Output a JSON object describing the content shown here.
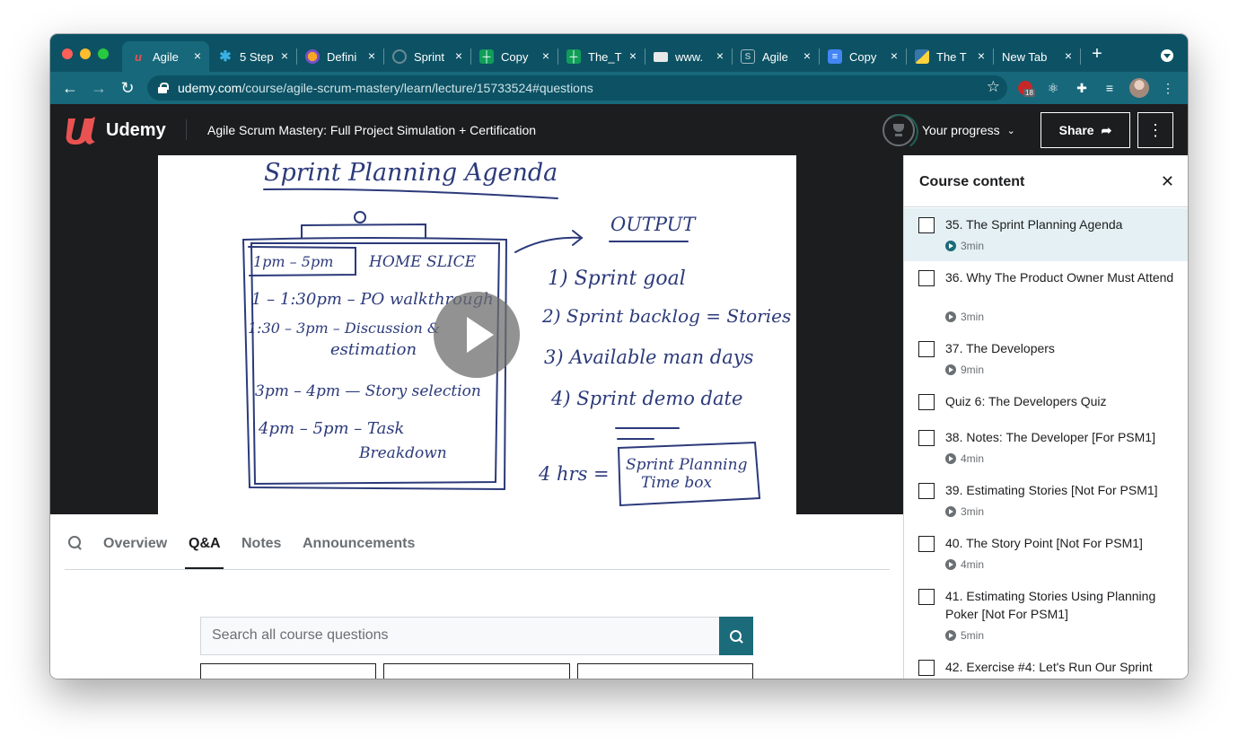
{
  "browser": {
    "tabs": [
      {
        "label": "Agile",
        "icon": "udemy-favicon",
        "active": true
      },
      {
        "label": "5 Step",
        "icon": "asterisk-favicon"
      },
      {
        "label": "Defini",
        "icon": "firefox-favicon"
      },
      {
        "label": "Sprint",
        "icon": "globe-favicon"
      },
      {
        "label": "Copy",
        "icon": "sheets-favicon"
      },
      {
        "label": "The_T",
        "icon": "sheets-favicon"
      },
      {
        "label": "www.",
        "icon": "mail-favicon"
      },
      {
        "label": "Agile",
        "icon": "s-favicon"
      },
      {
        "label": "Copy",
        "icon": "docs-favicon"
      },
      {
        "label": "The T",
        "icon": "python-favicon"
      },
      {
        "label": "New Tab",
        "icon": ""
      }
    ],
    "url_host": "udemy.com",
    "url_path": "/course/agile-scrum-mastery/learn/lecture/15733524#questions",
    "extension_badge": "18"
  },
  "header": {
    "brand": "Udemy",
    "course_title": "Agile Scrum Mastery: Full Project Simulation + Certification",
    "progress_label": "Your progress",
    "share_label": "Share"
  },
  "slide": {
    "title": "Sprint Planning Agenda",
    "agenda_header_time": "1pm – 5pm",
    "agenda_header_place": "HOME SLICE",
    "agenda_lines": [
      "1 – 1:30pm – PO walkthrough",
      "1:30 – 3pm – Discussion &",
      "estimation",
      "3pm – 4pm — Story selection",
      "4pm – 5pm – Task",
      "Breakdown"
    ],
    "output_title": "OUTPUT",
    "outputs": [
      "1) Sprint goal",
      "2) Sprint backlog = Stories",
      "3) Available man days",
      "4) Sprint demo date"
    ],
    "timebox_hours": "4 hrs =",
    "timebox_line1": "Sprint Planning",
    "timebox_line2": "Time box"
  },
  "content_tabs": [
    "Overview",
    "Q&A",
    "Notes",
    "Announcements"
  ],
  "active_tab": "Q&A",
  "qa": {
    "search_placeholder": "Search all course questions"
  },
  "sidebar": {
    "title": "Course content",
    "items": [
      {
        "label": "35. The Sprint Planning Agenda",
        "duration": "3min",
        "current": true
      },
      {
        "label": "36. Why The Product Owner Must Attend",
        "duration": "3min"
      },
      {
        "label": "37. The Developers",
        "duration": "9min"
      },
      {
        "label": "Quiz 6: The Developers Quiz",
        "duration": ""
      },
      {
        "label": "38. Notes: The Developer [For PSM1]",
        "duration": "4min"
      },
      {
        "label": "39. Estimating Stories [Not For PSM1]",
        "duration": "3min"
      },
      {
        "label": "40. The Story Point [Not For PSM1]",
        "duration": "4min"
      },
      {
        "label": "41. Estimating Stories Using Planning Poker [Not For PSM1]",
        "duration": "5min"
      },
      {
        "label": "42. Exercise #4: Let's Run Our Sprint",
        "duration": ""
      }
    ]
  },
  "colors": {
    "chrome_tabstrip": "#0c5264",
    "chrome_toolbar": "#17687b",
    "udemy_dark": "#1c1d1f",
    "accent": "#1c6b7a",
    "current_item_bg": "#e4f0f3",
    "ink_blue": "#2c3a7a"
  }
}
